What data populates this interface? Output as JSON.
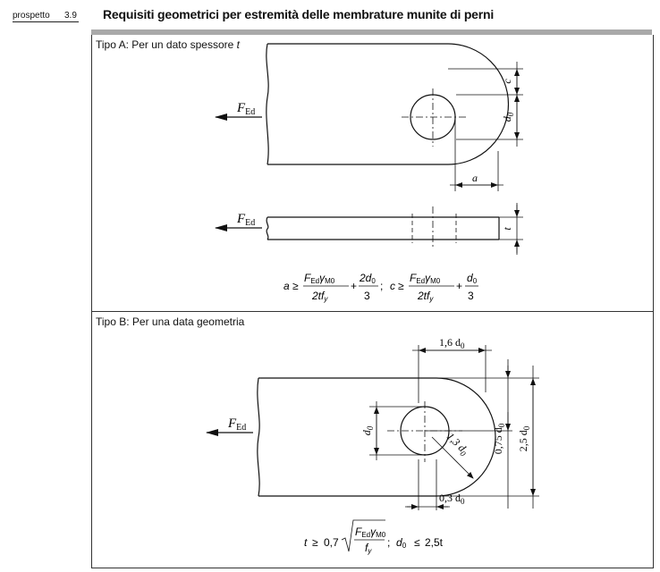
{
  "header": {
    "prospetto": "prospetto",
    "number": "3.9",
    "title": "Requisiti geometrici per estremità delle membrature munite di perni"
  },
  "panelA": {
    "title_prefix": "Tipo A: Per un dato spessore",
    "title_var": "t",
    "force_F": "F",
    "force_sub": "Ed",
    "dim_c": "c",
    "dim_d": "d",
    "dim_d_sub": "0",
    "dim_a": "a",
    "dim_t": "t",
    "formula": {
      "a": "a",
      "geq": "≥",
      "num_F": "F",
      "num_Fsub": "Ed",
      "num_gamma": "γ",
      "num_gsub": "M0",
      "den": "2tf",
      "den_sub": "y",
      "plus": "+",
      "n2": "2d",
      "n2_sub": "0",
      "three": "3",
      "sep": ";",
      "c": "c",
      "d0": "d",
      "d0_sub": "0"
    }
  },
  "panelB": {
    "title": "Tipo B: Per una data geometria",
    "force_F": "F",
    "force_sub": "Ed",
    "dim_16": "1,6 d",
    "dim_d": "d",
    "dim_sub": "0",
    "dim_13": "1,3 d",
    "dim_075": "0,75 d",
    "dim_25": "2,5 d",
    "dim_03": "0,3 d",
    "formula": {
      "t": "t",
      "geq": "≥",
      "coef": "0,7",
      "num_F": "F",
      "num_Fsub": "Ed",
      "num_gamma": "γ",
      "num_gsub": "M0",
      "den_f": "f",
      "den_sub": "y",
      "sep": ";",
      "d0": "d",
      "d0_sub": "0",
      "leq": "≤",
      "rhs": "2,5t"
    }
  }
}
